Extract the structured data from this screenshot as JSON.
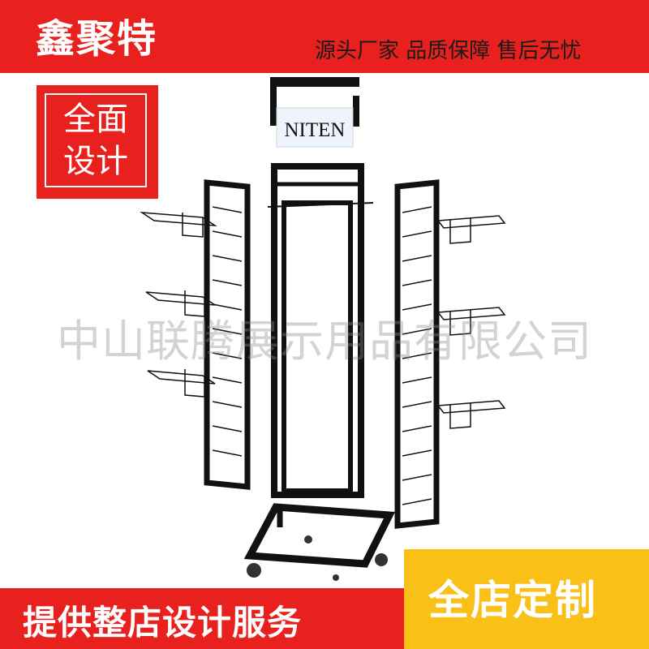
{
  "brand": {
    "name": "鑫聚特",
    "slogan": "源头厂家 品质保障 售后无忧"
  },
  "badge": {
    "line1": "全面",
    "line2": "设计"
  },
  "watermark": "中山联腾展示用品有限公司",
  "product": {
    "sign_text": "NITEN"
  },
  "footer": {
    "left_text": "提供整店设计服务",
    "right_text": "全店定制"
  },
  "colors": {
    "primary_red": "#e8201e",
    "accent_yellow": "#f9c018",
    "frame_black": "#111111"
  }
}
